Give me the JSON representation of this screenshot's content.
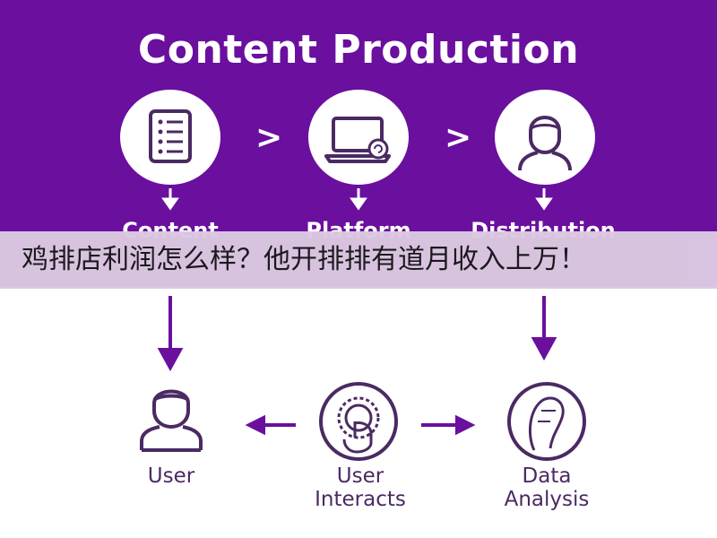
{
  "title": "Content Production",
  "top_steps": [
    {
      "label": "Content",
      "icon": "checklist-document-icon"
    },
    {
      "label": "Platform",
      "icon": "laptop-icon"
    },
    {
      "label": "Distribution",
      "icon": "person-bust-icon"
    }
  ],
  "banner": {
    "text": "鸡排店利润怎么样？他开排排有道月收入上万！"
  },
  "bottom_steps": [
    {
      "label_line1": "User",
      "label_line2": "",
      "icon": "user-icon"
    },
    {
      "label_line1": "User",
      "label_line2": "Interacts",
      "icon": "touch-gear-icon"
    },
    {
      "label_line1": "Data",
      "label_line2": "Analysis",
      "icon": "profile-face-icon"
    }
  ],
  "colors": {
    "purple": "#6a0f9e",
    "white": "#ffffff",
    "banner": "#dcc9e2",
    "icon_dark": "#4b2a63"
  }
}
